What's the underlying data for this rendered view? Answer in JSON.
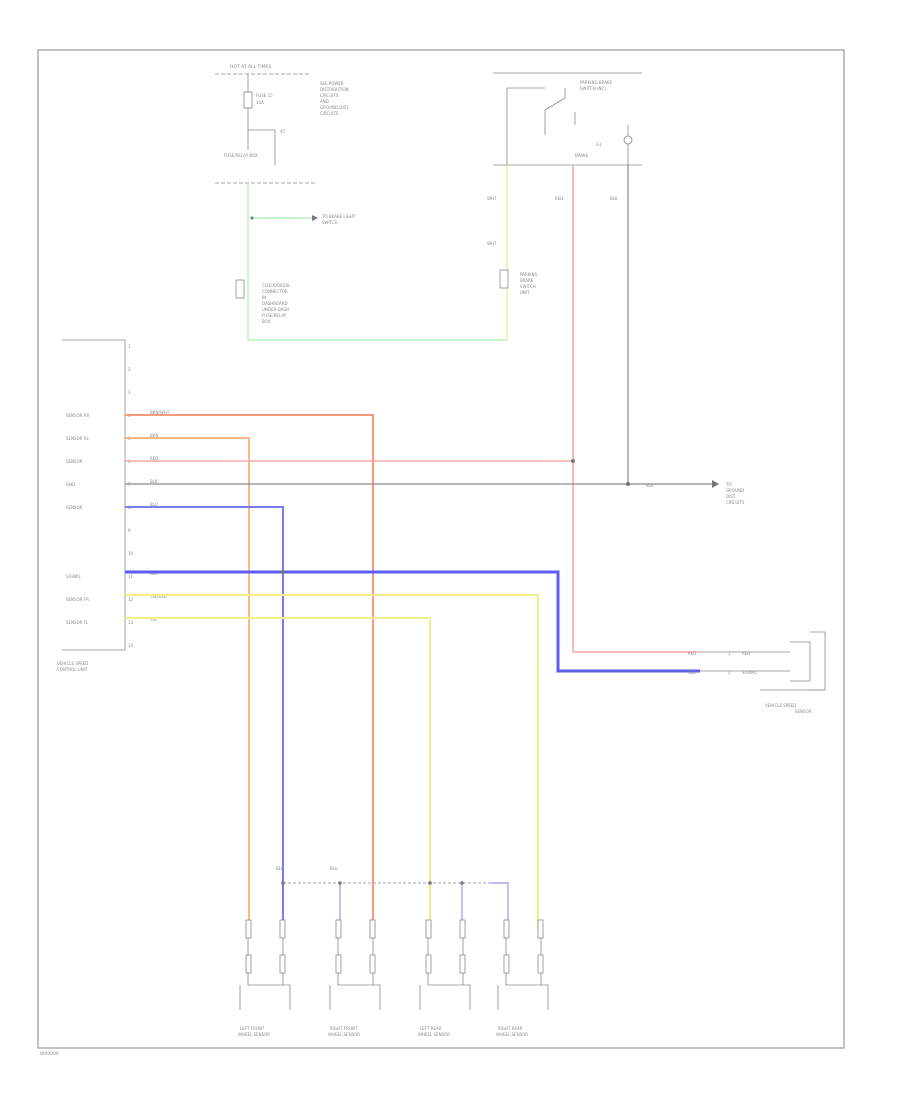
{
  "page": {
    "code": "W00000"
  },
  "fuse_block": {
    "title": "HOT AT ALL TIMES",
    "fuse_label": "FUSE 15",
    "fuse_rating": "10A",
    "box_label": "FUSE/RELAY BOX",
    "pin_label": "A7",
    "note_lines": [
      "SEE POWER",
      "DISTRIBUTION",
      "CIRCUITS",
      "AND",
      "GROUND DIST.",
      "CIRCUITS"
    ]
  },
  "switch": {
    "title_lines": [
      "PARKING BRAKE",
      "SWITCH (NC)"
    ],
    "ground_label": "G1",
    "pin_label": "BRAKE"
  },
  "stop_light": {
    "lines": [
      "TO BRAKE LIGHT",
      "SWITCH"
    ]
  },
  "relay_connector": {
    "lines": [
      "CLOCK/DIODE",
      "CONNECTOR",
      "IN",
      "DASHBOARD",
      "UNDER-DASH",
      "FUSE/RELAY",
      "BOX"
    ]
  },
  "parking_brake": {
    "lines": [
      "PARKING",
      "BRAKE",
      "SWITCH",
      "UNIT"
    ]
  },
  "ground": {
    "lines": [
      "TO",
      "GROUND",
      "DIST.",
      "CIRCUITS"
    ]
  },
  "control_unit": {
    "name_lines": [
      "VEHICLE SPEED",
      "CONTROL UNIT"
    ],
    "pins": [
      {
        "num": "1",
        "name": "",
        "color": ""
      },
      {
        "num": "2",
        "name": "",
        "color": ""
      },
      {
        "num": "3",
        "name": "",
        "color": ""
      },
      {
        "num": "4",
        "name": "SENSOR RR",
        "color": "BRN/WHT"
      },
      {
        "num": "5",
        "name": "SENSOR RL",
        "color": "BRN"
      },
      {
        "num": "6",
        "name": "SENSOR",
        "color": "RED"
      },
      {
        "num": "7",
        "name": "GND",
        "color": "BLK"
      },
      {
        "num": "8",
        "name": "SENSOR",
        "color": "BLU"
      },
      {
        "num": "9",
        "name": "",
        "color": ""
      },
      {
        "num": "10",
        "name": "",
        "color": ""
      },
      {
        "num": "11",
        "name": "SIGNAL",
        "color": "BLU"
      },
      {
        "num": "12",
        "name": "SENSOR FR",
        "color": "YEL/RED"
      },
      {
        "num": "13",
        "name": "SENSOR FL",
        "color": "YEL"
      },
      {
        "num": "14",
        "name": "",
        "color": ""
      }
    ]
  },
  "wires": {
    "wht_upper": "WHT",
    "wht_lower": "WHT",
    "blu_left": "BLU",
    "blu_mid": "BLU",
    "red_right": "RED",
    "blk_right": "BLK",
    "blk_bus": "BLK"
  },
  "rear_sensor": {
    "pins": [
      {
        "color": "RED",
        "pin": "1",
        "label": "RED"
      },
      {
        "color": "BLU",
        "pin": "2",
        "label": "SIGNAL"
      }
    ],
    "name_lines": [
      "VEHICLE SPEED",
      "SENSOR"
    ]
  },
  "wheel_sensors": [
    {
      "name_lines": [
        "LEFT FRONT",
        "WHEEL SENSOR"
      ]
    },
    {
      "name_lines": [
        "RIGHT FRONT",
        "WHEEL SENSOR"
      ]
    },
    {
      "name_lines": [
        "LEFT REAR",
        "WHEEL SENSOR"
      ]
    },
    {
      "name_lines": [
        "RIGHT REAR",
        "WHEEL SENSOR"
      ]
    }
  ],
  "palette": {
    "green": "#b9f2b9",
    "orange": "#f7b98a",
    "red": "#f6a7a7",
    "blue": "#5c5cf0",
    "yellow": "#f2ef8a",
    "black": "#8a8a8a"
  }
}
